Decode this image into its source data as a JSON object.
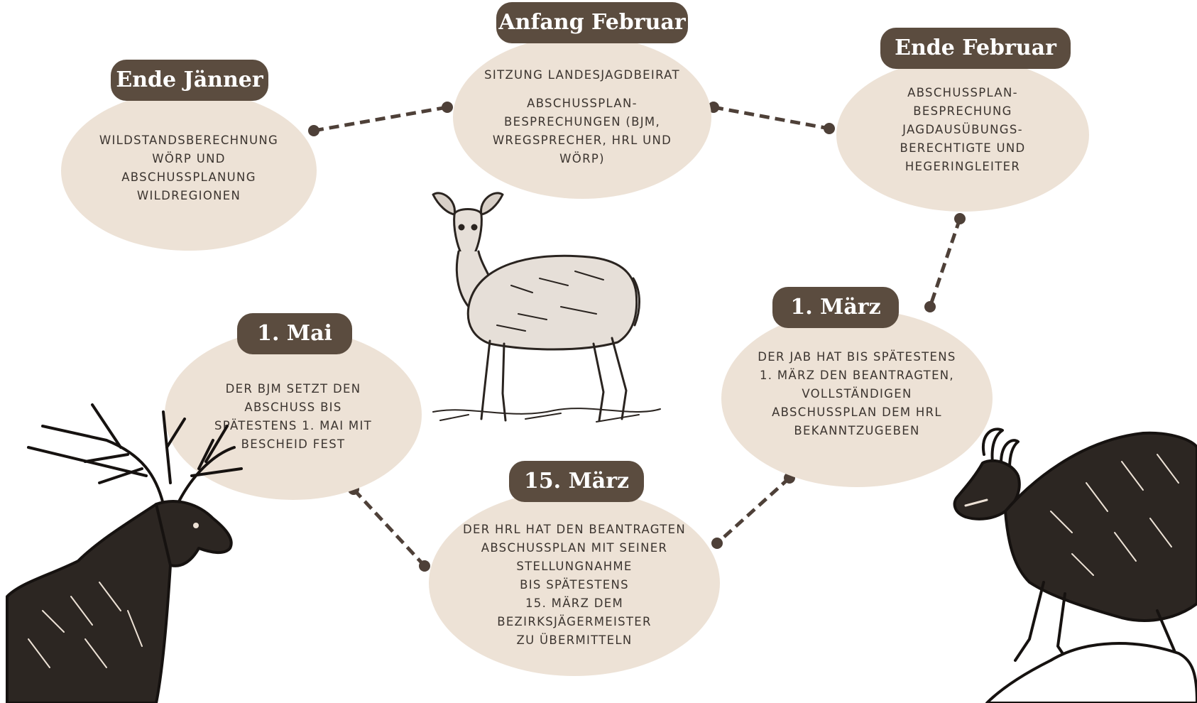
{
  "diagram": {
    "colors": {
      "bubble": "#ede2d6",
      "pill": "#5b4c3f",
      "pill_text": "#ffffff",
      "body_text": "#3c3530",
      "connector": "#4e4038"
    },
    "steps": [
      {
        "date": "Ende Jänner",
        "lines": [
          "WILDSTANDSBERECHNUNG",
          "WÖRP UND",
          "ABSCHUSSPLANUNG",
          "WILDREGIONEN"
        ]
      },
      {
        "date": "Anfang Februar",
        "lines": [
          "SITZUNG LANDESJAGDBEIRAT"
        ],
        "lines2": [
          "ABSCHUSSPLAN-",
          "BESPRECHUNGEN (BJM,",
          "WREGSPRECHER, HRL UND",
          "WÖRP)"
        ]
      },
      {
        "date": "Ende Februar",
        "lines": [
          "ABSCHUSSPLAN-",
          "BESPRECHUNG",
          "JAGDAUSÜBUNGS-",
          "BERECHTIGTE UND",
          "HEGERINGLEITER"
        ]
      },
      {
        "date": "1.  März",
        "lines": [
          "DER JAB HAT BIS SPÄTESTENS",
          "1. MÄRZ DEN BEANTRAGTEN,",
          "VOLLSTÄNDIGEN",
          "ABSCHUSSPLAN DEM HRL",
          "BEKANNTZUGEBEN"
        ]
      },
      {
        "date": "15. März",
        "lines": [
          "DER HRL HAT DEN BEANTRAGTEN",
          "ABSCHUSSPLAN MIT SEINER",
          "STELLUNGNAHME",
          "BIS SPÄTESTENS",
          "15. MÄRZ DEM",
          "BEZIRKSJÄGERMEISTER",
          "ZU ÜBERMITTELN"
        ]
      },
      {
        "date": "1.   Mai",
        "lines": [
          "DER BJM SETZT DEN",
          "ABSCHUSS  BIS",
          "SPÄTESTENS 1. MAI MIT",
          "BESCHEID FEST"
        ]
      }
    ],
    "illustrations": [
      "deer-doe-illustration",
      "red-stag-illustration",
      "chamois-illustration"
    ]
  }
}
